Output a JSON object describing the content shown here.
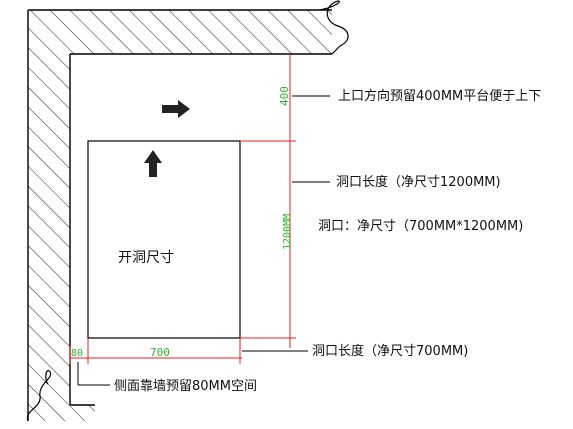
{
  "labels": {
    "top_note": "上口方向预留400MM平台便于上下",
    "side_length_note": "洞口长度（净尺寸1200MM)",
    "opening_note": "洞口：净尺寸（700MM*1200MM)",
    "bottom_length_note": "洞口长度（净尺寸700MM)",
    "side_gap_note": "侧面靠墙预留80MM空间",
    "opening_center": "开洞尺寸"
  },
  "dimensions": {
    "platform": "400",
    "length": "1200MM",
    "width": "700",
    "gap": "80"
  },
  "icons": {
    "right_arrow": "right-arrow-icon",
    "up_arrow": "up-arrow-icon"
  },
  "colors": {
    "dimension_line": "#e02020",
    "dimension_text": "#2db52d",
    "outline": "#000000"
  }
}
